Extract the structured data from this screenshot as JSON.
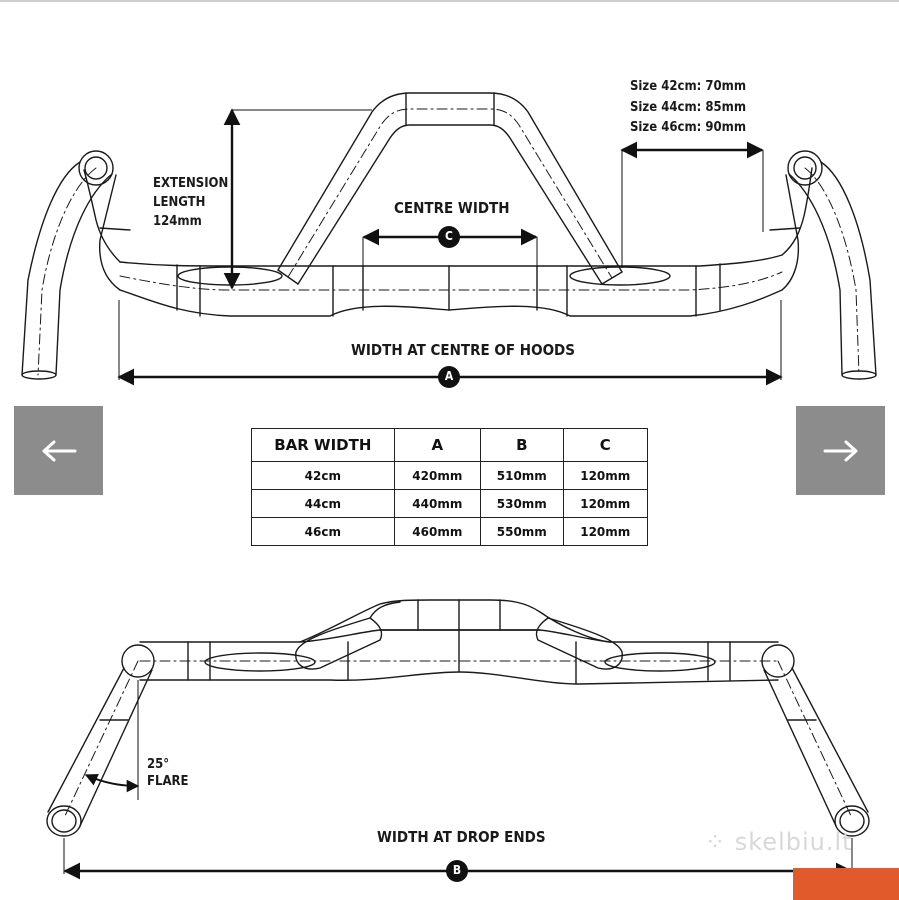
{
  "top_diagram": {
    "extension_label": [
      "EXTENSION",
      "LENGTH",
      "124mm"
    ],
    "centre_width_label": "CENTRE WIDTH",
    "centre_width_marker": "C",
    "hood_width_label": "WIDTH AT CENTRE OF HOODS",
    "hood_width_marker": "A",
    "reach_sizes": [
      "Size 42cm: 70mm",
      "Size 44cm: 85mm",
      "Size 46cm: 90mm"
    ]
  },
  "nav": {
    "prev_glyph": "←",
    "next_glyph": "→"
  },
  "size_table": {
    "headers": [
      "BAR WIDTH",
      "A",
      "B",
      "C"
    ],
    "rows": [
      [
        "42cm",
        "420mm",
        "510mm",
        "120mm"
      ],
      [
        "44cm",
        "440mm",
        "530mm",
        "120mm"
      ],
      [
        "46cm",
        "460mm",
        "550mm",
        "120mm"
      ]
    ]
  },
  "bottom_diagram": {
    "flare_label": [
      "25°",
      "FLARE"
    ],
    "drop_width_label": "WIDTH AT DROP ENDS",
    "drop_width_marker": "B"
  },
  "watermark": "skelbiu.lt",
  "colors": {
    "line": "#1a1a1a",
    "nav_button": "#8c8c8c",
    "accent_tab": "#e05a2c",
    "watermark": "#d8d8d8"
  }
}
